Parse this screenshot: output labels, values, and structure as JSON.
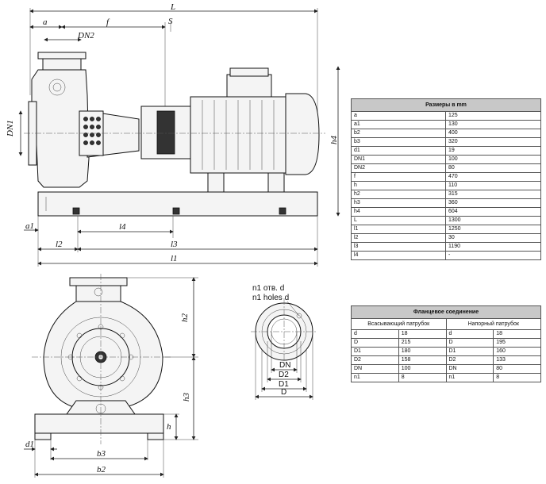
{
  "dims": {
    "L": "L",
    "a": "a",
    "f": "f",
    "s": "S",
    "dn2": "DN2",
    "dn1": "DN1",
    "h4": "h4",
    "a1": "a1",
    "l2": "l2",
    "l4": "l4",
    "l3": "l3",
    "l1": "l1",
    "h2": "h2",
    "h3": "h3",
    "h": "h",
    "d1": "d1",
    "b3": "b3",
    "b2": "b2",
    "dn": "DN",
    "D2": "D2",
    "D1": "D1",
    "D": "D",
    "holes_ru": "n1 отв. d",
    "holes_en": "n1 holes d"
  },
  "sizes_table": {
    "title": "Размеры в mm",
    "rows": [
      [
        "a",
        "125"
      ],
      [
        "a1",
        "130"
      ],
      [
        "b2",
        "400"
      ],
      [
        "b3",
        "320"
      ],
      [
        "d1",
        "19"
      ],
      [
        "DN1",
        "100"
      ],
      [
        "DN2",
        "80"
      ],
      [
        "f",
        "470"
      ],
      [
        "h",
        "110"
      ],
      [
        "h2",
        "315"
      ],
      [
        "h3",
        "360"
      ],
      [
        "h4",
        "604"
      ],
      [
        "L",
        "1300"
      ],
      [
        "l1",
        "1250"
      ],
      [
        "l2",
        "30"
      ],
      [
        "l3",
        "1190"
      ],
      [
        "l4",
        "-"
      ]
    ]
  },
  "flange_table": {
    "title": "Фланцевое соединение",
    "suction_title": "Всасывающий патрубок",
    "discharge_title": "Напорный патрубок",
    "rows": [
      [
        "d",
        "18",
        "d",
        "18"
      ],
      [
        "D",
        "215",
        "D",
        "195"
      ],
      [
        "D1",
        "180",
        "D1",
        "160"
      ],
      [
        "D2",
        "158",
        "D2",
        "133"
      ],
      [
        "DN",
        "100",
        "DN",
        "80"
      ],
      [
        "n1",
        "8",
        "n1",
        "8"
      ]
    ]
  }
}
